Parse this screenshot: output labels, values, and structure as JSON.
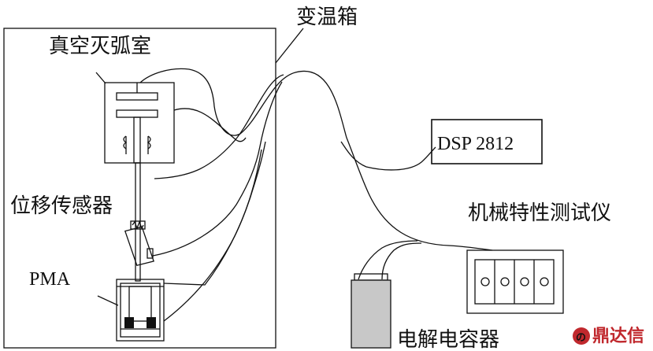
{
  "labels": {
    "chamber": "变温箱",
    "vacuum_interrupter": "真空灭弧室",
    "displacement_sensor": "位移传感器",
    "pma": "PMA",
    "dsp": "DSP 2812",
    "tester": "机械特性测试仪",
    "capacitor": "电解电容器"
  },
  "watermark": {
    "text": "鼎达信",
    "color": "#c0282d"
  },
  "colors": {
    "line": "#111111",
    "capacitor_fill": "#c8c8c8",
    "magnet_fill": "#111111"
  }
}
